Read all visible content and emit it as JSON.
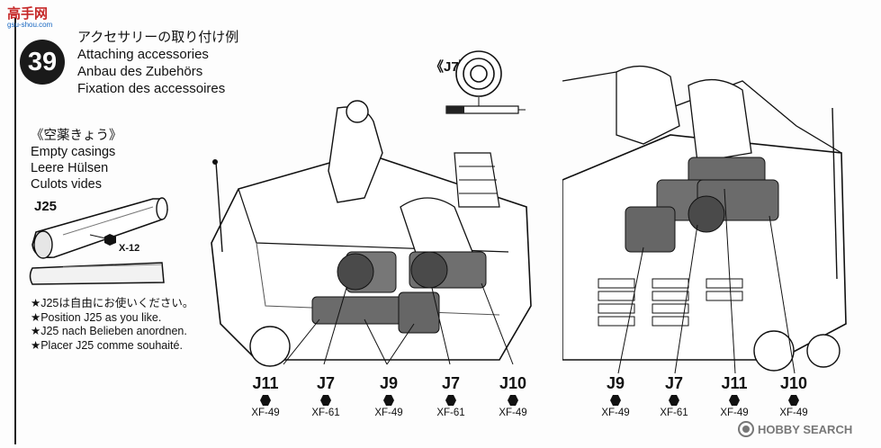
{
  "watermark": {
    "text": "高手网",
    "sub": "gsu-shou.com"
  },
  "step": {
    "number": "39"
  },
  "title": {
    "jp": "アクセサリーの取り付け例",
    "en": "Attaching accessories",
    "de": "Anbau des Zubehörs",
    "fr": "Fixation des accessoires"
  },
  "casings": {
    "jp": "《空薬きょう》",
    "en": "Empty casings",
    "de": "Leere Hülsen",
    "fr": "Culots vides",
    "part": "J25",
    "paint": "X-12"
  },
  "notes": {
    "jp": "★J25は自由にお使いください。",
    "en": "★Position J25 as you like.",
    "de": "★J25 nach Belieben anordnen.",
    "fr": "★Placer J25 comme souhaité."
  },
  "detail_label": "《J7》",
  "left_callouts": [
    {
      "part": "J11",
      "color": "XF-49"
    },
    {
      "part": "J7",
      "color": "XF-61"
    },
    {
      "part": "J9",
      "color": "XF-49"
    },
    {
      "part": "J7",
      "color": "XF-61"
    },
    {
      "part": "J10",
      "color": "XF-49"
    }
  ],
  "right_callouts": [
    {
      "part": "J9",
      "color": "XF-49"
    },
    {
      "part": "J7",
      "color": "XF-61"
    },
    {
      "part": "J11",
      "color": "XF-49"
    },
    {
      "part": "J10",
      "color": "XF-49"
    }
  ],
  "brand": {
    "text": "HOBBY SEARCH"
  },
  "colors": {
    "watermark_red": "#c62828",
    "ink": "#111111",
    "stowage": "#6b6b6b"
  },
  "icons": [
    "hex-color-marker-icon",
    "hobby-search-logo-icon"
  ]
}
